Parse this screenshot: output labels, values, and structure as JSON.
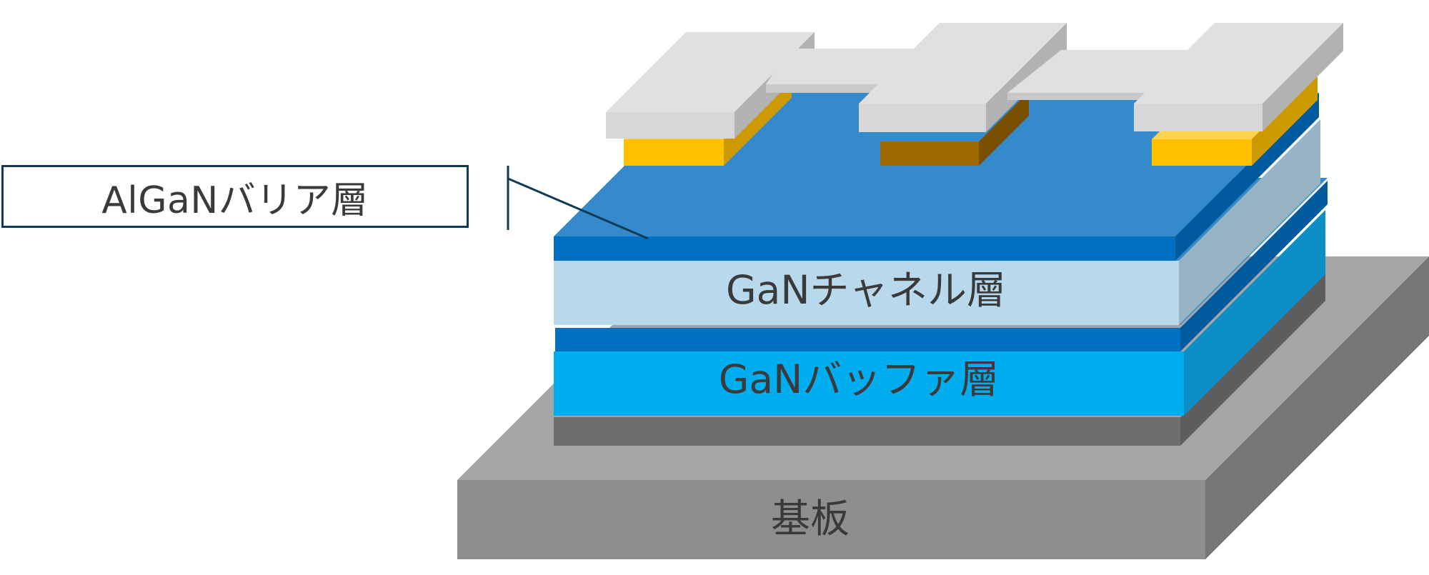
{
  "callout": {
    "label": "AlGaNバリア層"
  },
  "layers": {
    "channel_label": "GaNチャネル層",
    "buffer_label": "GaNバッファ層",
    "substrate_label": "基板"
  },
  "colors": {
    "substrate_top": "#a5a5a5",
    "substrate_front": "#8e8e8e",
    "substrate_side": "#767676",
    "nucleation_front": "#6e6e6e",
    "buffer_front": "#00aeef",
    "buffer_side": "#0a8ec4",
    "spacer_front": "#0070c0",
    "channel_front": "#b8d9ec",
    "channel_side": "#98b3c3",
    "barrier_top": "#348acb",
    "barrier_front": "#0070c0",
    "barrier_side": "#005a9e",
    "electrode_gold": "#ffc000",
    "electrode_gold_dark": "#cc9a00",
    "gate_gold": "#a06a00",
    "metal_top": "#e0e0e0",
    "metal_side": "#b2b2b2",
    "leader_line": "#0e3a57"
  }
}
